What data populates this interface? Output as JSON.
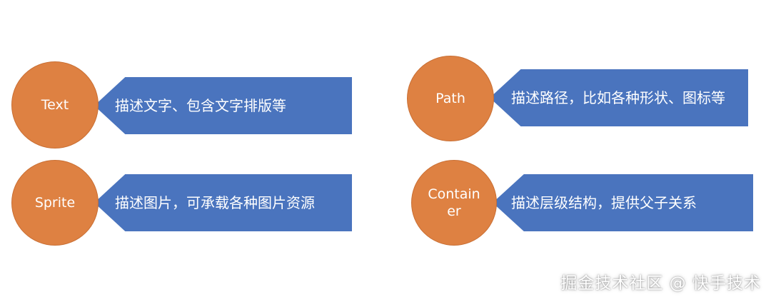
{
  "colors": {
    "circle": "#de8142",
    "banner": "#4a74be",
    "text": "#ffffff"
  },
  "items": [
    {
      "circle_label": "Text",
      "description": "描述文字、包含文字排版等"
    },
    {
      "circle_label": "Path",
      "description": "描述路径，比如各种形状、图标等"
    },
    {
      "circle_label": "Sprite",
      "description": "描述图片，可承载各种图片资源"
    },
    {
      "circle_label": "Container",
      "description": "描述层级结构，提供父子关系"
    }
  ],
  "watermark": "掘金技术社区 @ 快手技术"
}
